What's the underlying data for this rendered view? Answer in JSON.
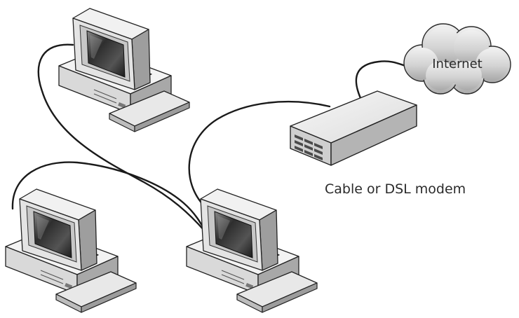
{
  "diagram": {
    "labels": {
      "internet": "Internet",
      "modem": "Cable or DSL modem"
    },
    "nodes": [
      {
        "id": "computer-top-left",
        "type": "computer"
      },
      {
        "id": "computer-bottom-left",
        "type": "computer"
      },
      {
        "id": "computer-host",
        "type": "computer"
      },
      {
        "id": "modem",
        "type": "modem",
        "label": "Cable or DSL modem"
      },
      {
        "id": "internet-cloud",
        "type": "cloud",
        "label": "Internet"
      }
    ],
    "connections": [
      {
        "from": "computer-top-left",
        "to": "computer-host"
      },
      {
        "from": "computer-bottom-left",
        "to": "computer-host"
      },
      {
        "from": "computer-host",
        "to": "modem"
      },
      {
        "from": "modem",
        "to": "internet-cloud"
      }
    ],
    "colors": {
      "cable": "#1a1a1a",
      "device_light": "#f2f2f2",
      "device_mid": "#d7d7d7",
      "device_dark": "#9a9a9a",
      "cloud_light": "#e6e6e6",
      "cloud_dark": "#b5b5b5"
    }
  }
}
